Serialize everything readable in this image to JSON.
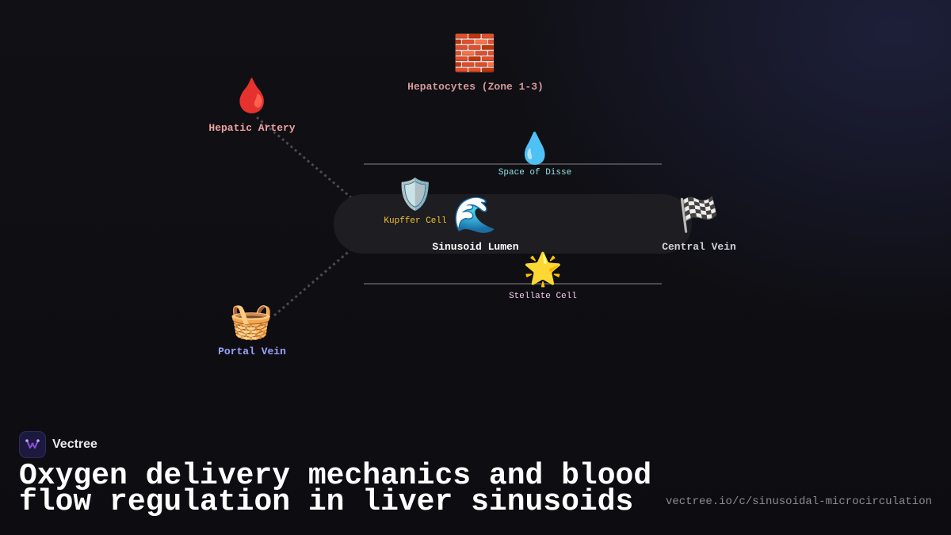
{
  "diagram": {
    "nodes": {
      "hepatocytes": {
        "icon": "brick-wall-icon",
        "glyph": "🧱",
        "label": "Hepatocytes (Zone 1-3)",
        "color": "#d49a9a"
      },
      "hepatic_artery": {
        "icon": "blood-drop-icon",
        "glyph": "🩸",
        "label": "Hepatic Artery",
        "color": "#f0a0a0"
      },
      "space_of_disse": {
        "icon": "water-droplet-icon",
        "glyph": "💧",
        "label": "Space of Disse",
        "color": "#8fe3e3"
      },
      "kupffer_cell": {
        "icon": "shield-icon",
        "glyph": "🛡️",
        "label": "Kupffer Cell",
        "color": "#f2c230"
      },
      "sinusoid_lumen": {
        "icon": "wave-icon",
        "glyph": "🌊",
        "label": "Sinusoid Lumen",
        "color": "#ffffff"
      },
      "central_vein": {
        "icon": "checkered-flag-icon",
        "glyph": "🏁",
        "label": "Central Vein",
        "color": "#d0d0d6"
      },
      "stellate_cell": {
        "icon": "glowing-star-icon",
        "glyph": "🌟",
        "label": "Stellate Cell",
        "color": "#f0c8f0"
      },
      "portal_vein": {
        "icon": "basket-icon",
        "glyph": "🧺",
        "label": "Portal Vein",
        "color": "#9aa0ff"
      }
    },
    "connectors": [
      {
        "from": "hepatic_artery",
        "to": "sinusoid_lumen",
        "style": "dotted"
      },
      {
        "from": "portal_vein",
        "to": "sinusoid_lumen",
        "style": "dotted"
      }
    ]
  },
  "brand": {
    "name": "Vectree",
    "logo_icon": "vectree-logo-icon",
    "accent": "#8a4fd8"
  },
  "footer": {
    "title": "Oxygen delivery mechanics and blood flow regulation in liver sinusoids",
    "url": "vectree.io/c/sinusoidal-microcirculation"
  }
}
